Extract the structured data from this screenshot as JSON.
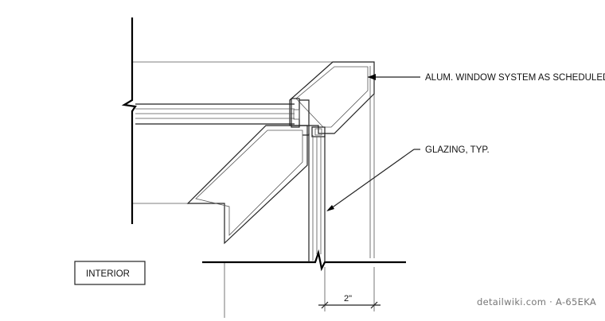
{
  "callouts": {
    "window_system": "ALUM. WINDOW SYSTEM AS SCHEDULED",
    "glazing": "GLAZING, TYP."
  },
  "room_label": "INTERIOR",
  "dimension": "2\"",
  "watermark": "detailwiki.com · A-65EKA"
}
